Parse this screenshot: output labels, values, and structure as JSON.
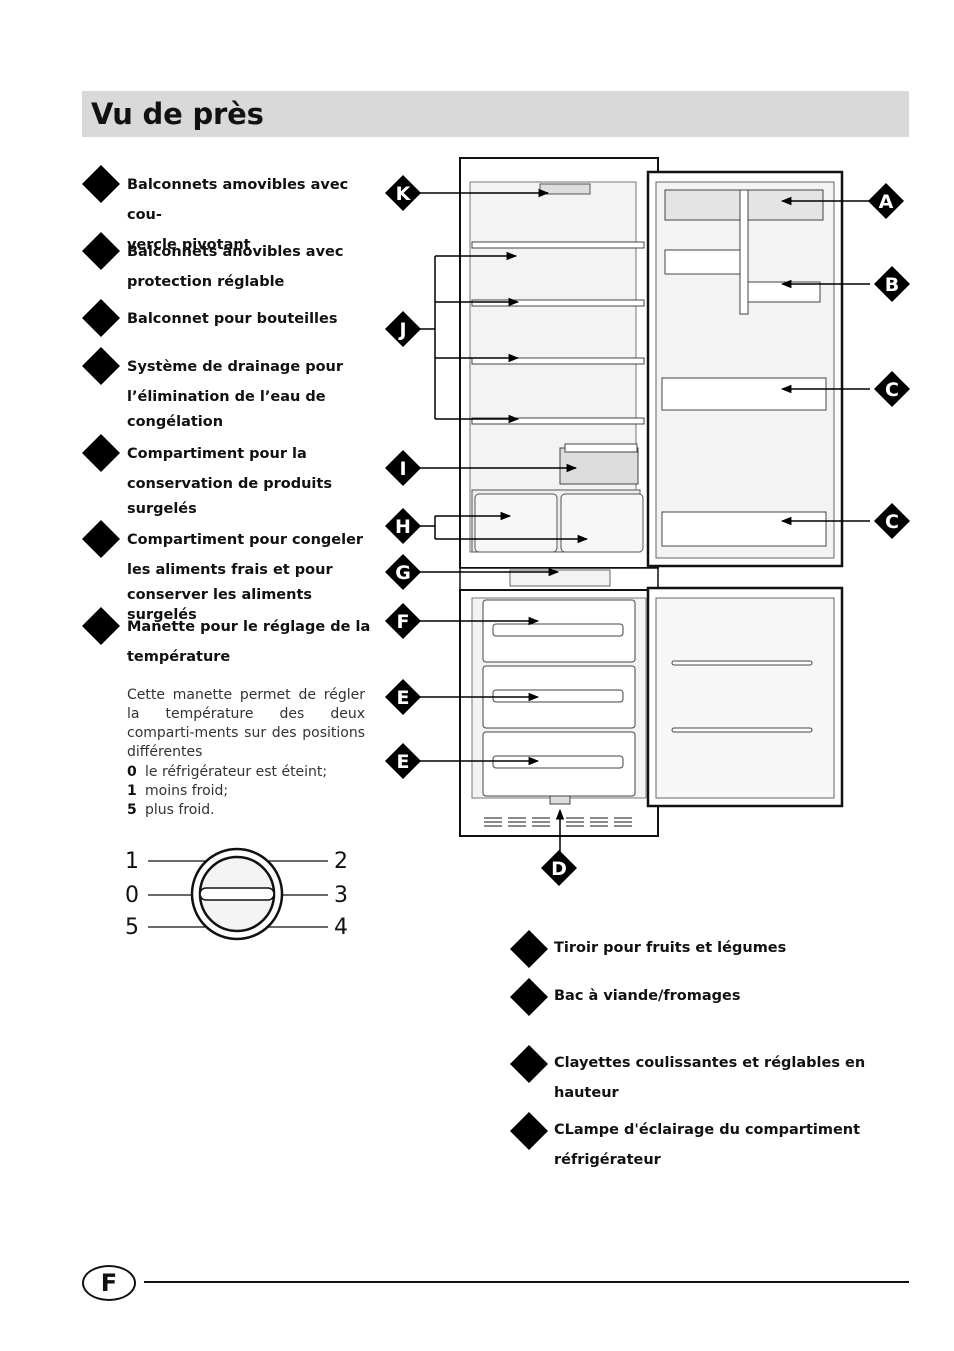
{
  "page": {
    "title": "Vu de près",
    "footer_letter": "F"
  },
  "left_items": [
    {
      "lines": [
        "Balconnets amovibles avec cou-",
        "vercle pivotant"
      ]
    },
    {
      "lines": [
        "Balconnets anovibles avec",
        "protection réglable"
      ]
    },
    {
      "lines": [
        "Balconnet pour bouteilles"
      ]
    },
    {
      "lines": [
        "Système de drainage pour",
        "l’élimination de l’eau de",
        "congélation"
      ]
    },
    {
      "lines": [
        "Compartiment pour la",
        "conservation de produits",
        "surgelés"
      ]
    },
    {
      "lines": [
        "Compartiment pour congeler",
        "les aliments frais et pour",
        "conserver les aliments surgelés"
      ]
    },
    {
      "lines": [
        "Manette pour le réglage de la",
        "température"
      ]
    }
  ],
  "dial_description": "Cette manette permet de régler la température des deux comparti-ments sur des positions différentes",
  "levels": [
    {
      "num": "0",
      "text": "le réfrigérateur est éteint;"
    },
    {
      "num": "1",
      "text": "moins froid;"
    },
    {
      "num": "5",
      "text": "plus froid."
    }
  ],
  "dial_labels": {
    "left_top": "1",
    "left_mid": "0",
    "left_bot": "5",
    "right_top": "2",
    "right_mid": "3",
    "right_bot": "4"
  },
  "callouts": {
    "K": "K",
    "J": "J",
    "I": "I",
    "H": "H",
    "G": "G",
    "F": "F",
    "E1": "E",
    "E2": "E",
    "D": "D",
    "A": "A",
    "B": "B",
    "C1": "C",
    "C2": "C"
  },
  "bottom_items": [
    {
      "lines": [
        "Tiroir pour fruits et légumes"
      ]
    },
    {
      "lines": [
        "Bac à viande/fromages"
      ]
    },
    {
      "lines": [
        "Clayettes coulissantes et réglables en hauteur"
      ]
    },
    {
      "lines": [
        "CLampe d'éclairage du compartiment",
        "réfrigérateur"
      ]
    }
  ]
}
